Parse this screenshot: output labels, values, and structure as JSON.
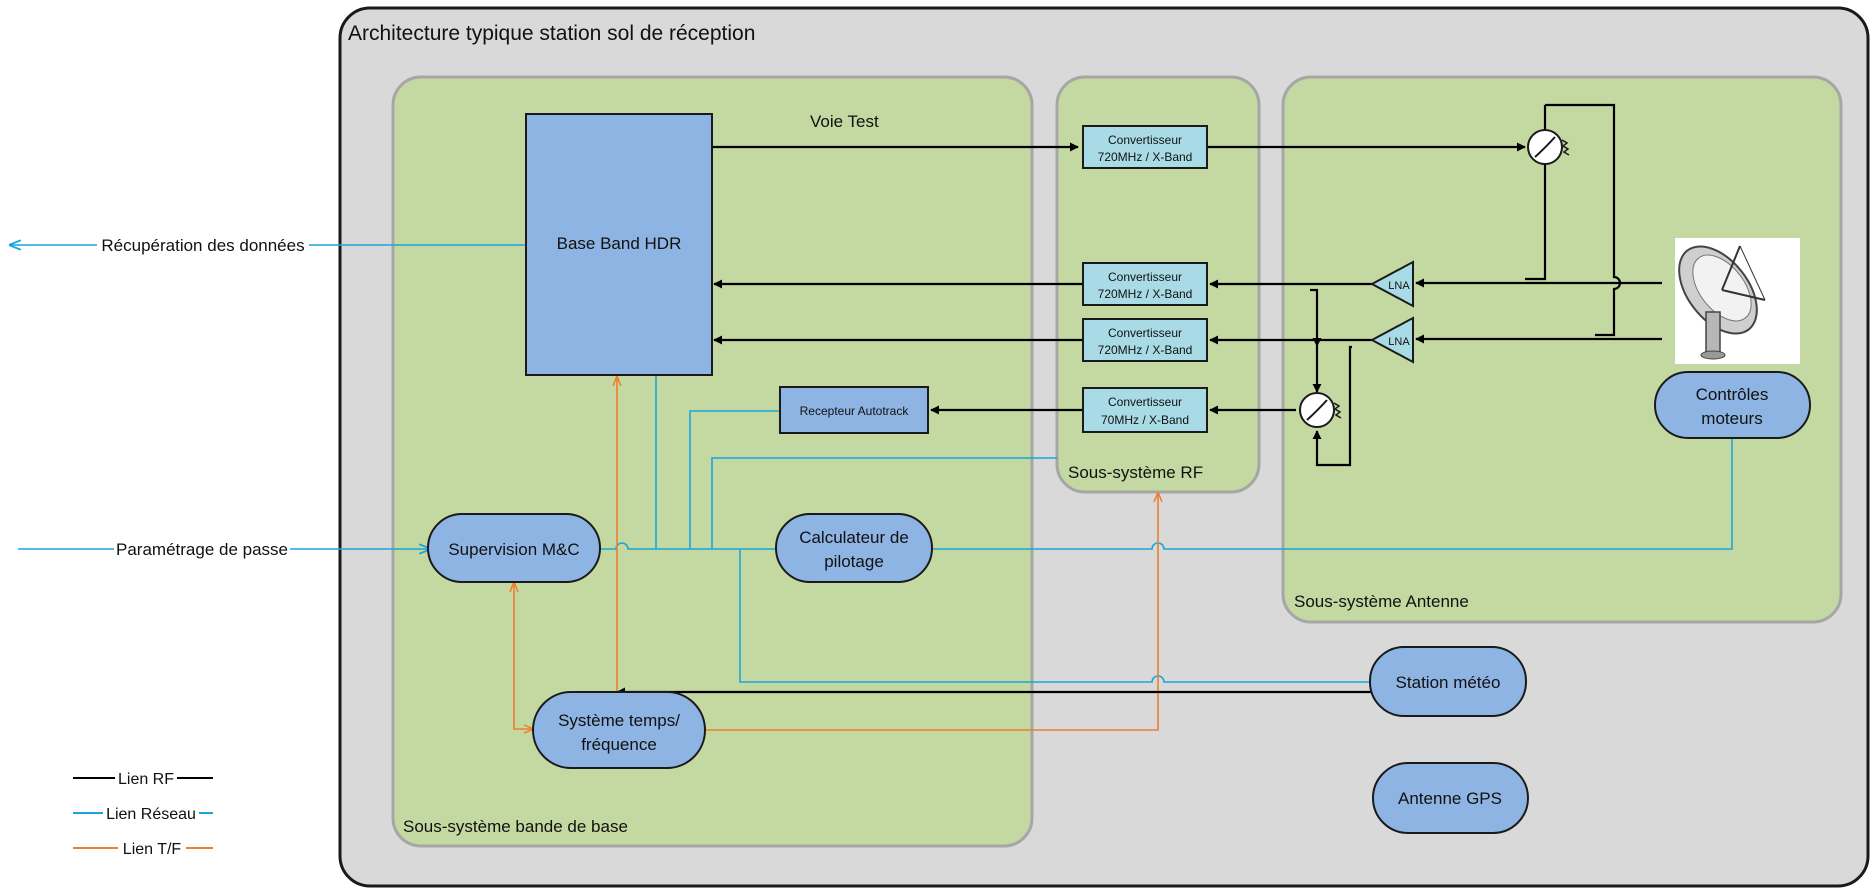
{
  "title": "Architecture typique station sol de réception",
  "subsystems": {
    "baseband": "Sous-système bande de base",
    "rf": "Sous-système RF",
    "antenna": "Sous-système Antenne"
  },
  "blocks": {
    "hdr": "Base Band HDR",
    "voie_test": "Voie Test",
    "conv1_l1": "Convertisseur",
    "conv1_l2": "720MHz / X-Band",
    "conv2_l1": "Convertisseur",
    "conv2_l2": "720MHz / X-Band",
    "conv3_l1": "Convertisseur",
    "conv3_l2": "720MHz / X-Band",
    "conv4_l1": "Convertisseur",
    "conv4_l2": "70MHz / X-Band",
    "autotrack": "Recepteur Autotrack",
    "lna1": "LNA",
    "lna2": "LNA",
    "supervision": "Supervision M&C",
    "calc_l1": "Calculateur de",
    "calc_l2": "pilotage",
    "temps_l1": "Système temps/",
    "temps_l2": "fréquence",
    "motors_l1": "Contrôles",
    "motors_l2": "moteurs",
    "meteo": "Station météo",
    "gps": "Antenne GPS"
  },
  "external": {
    "recuperation": "Récupération des données",
    "parametrage": "Paramétrage de passe"
  },
  "legend": {
    "rf": "Lien RF",
    "reseau": "Lien Réseau",
    "tf": "Lien T/F"
  },
  "colors": {
    "rf_link": "#000000",
    "network_link": "#1aa6dc",
    "tf_link": "#ee7d31",
    "subsystem_fill": "#c4d8a1",
    "frame_fill": "#d9d9d9",
    "block_blue": "#8eb4e3",
    "block_cyan": "#a9dbe6"
  },
  "icons": [
    "satellite-dish-icon",
    "coupler-icon",
    "amplifier-triangle-icon",
    "arrow-icon"
  ]
}
